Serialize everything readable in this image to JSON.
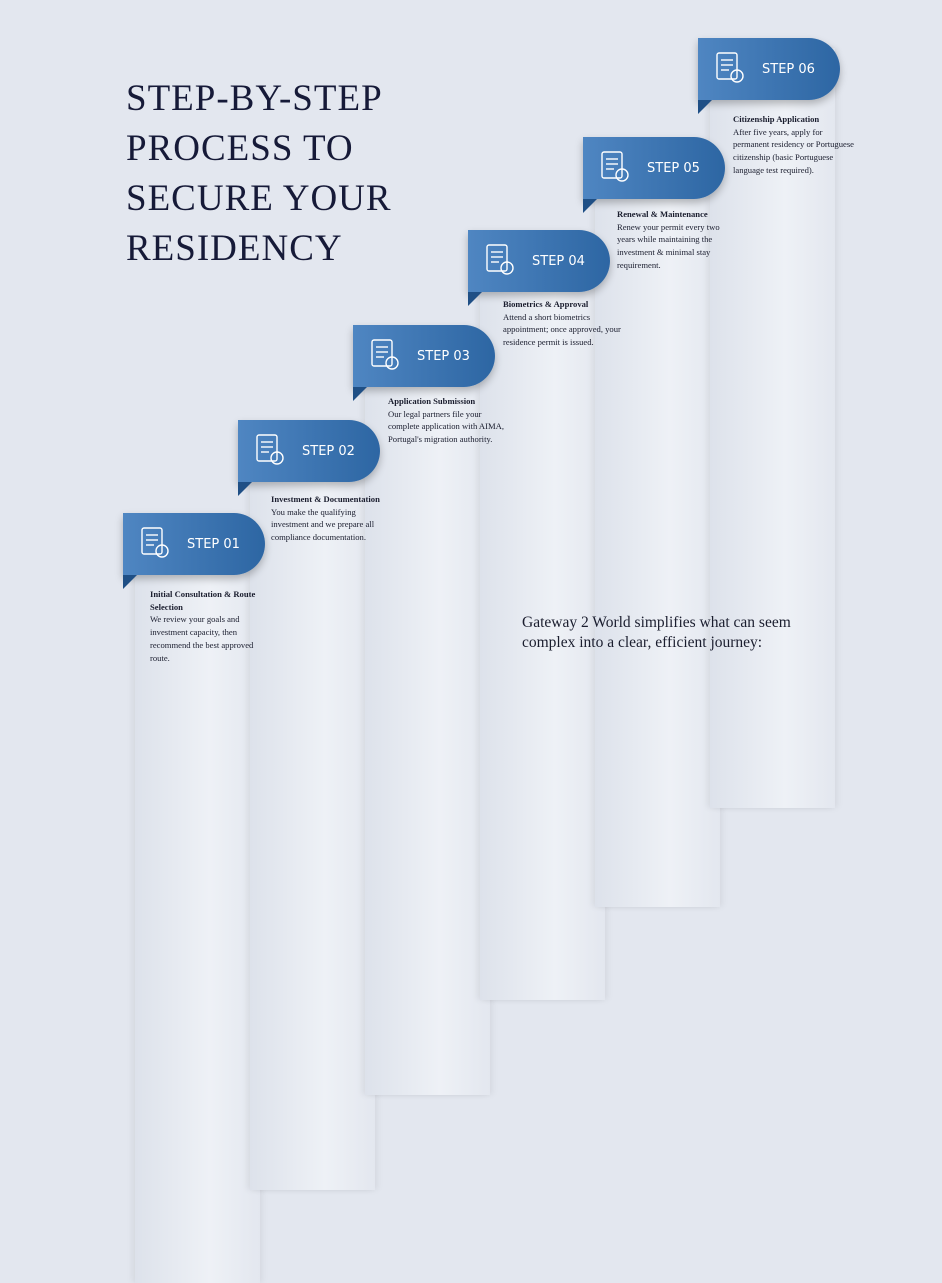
{
  "title": [
    "STEP-BY-STEP",
    "PROCESS TO",
    "SECURE YOUR",
    "RESIDENCY"
  ],
  "steps": [
    {
      "label": "STEP 01",
      "icon": "consultation-icon",
      "heading": "Initial Consultation & Route Selection",
      "body": "We review your goals and investment capacity, then recommend the best approved route."
    },
    {
      "label": "STEP 02",
      "icon": "investment-growth-icon",
      "heading": "Investment & Documentation",
      "body": "You make the qualifying investment and we prepare all compliance documentation."
    },
    {
      "label": "STEP 03",
      "icon": "application-document-icon",
      "heading": "Application Submission",
      "body": "Our legal partners file your complete application with AIMA, Portugal's migration authority."
    },
    {
      "label": "STEP 04",
      "icon": "fingerprint-shield-icon",
      "heading": "Biometrics & Approval",
      "body": "Attend a short biometrics appointment; once approved, your residence permit is issued."
    },
    {
      "label": "STEP 05",
      "icon": "document-renewal-icon",
      "heading": "Renewal & Maintenance",
      "body": "Renew your permit every two years while maintaining the investment & minimal stay requirement."
    },
    {
      "label": "STEP 06",
      "icon": "passport-icon",
      "heading": "Citizenship Application",
      "body": "After five years, apply for permanent residency or Portuguese citizenship (basic Portuguese language test required)."
    }
  ],
  "tagline": [
    "Gateway 2 World simplifies what can seem",
    "complex into a clear, efficient journey:"
  ],
  "colors": {
    "accent": "#3a72b0",
    "text": "#161a38",
    "background": "#e3e7ef"
  }
}
